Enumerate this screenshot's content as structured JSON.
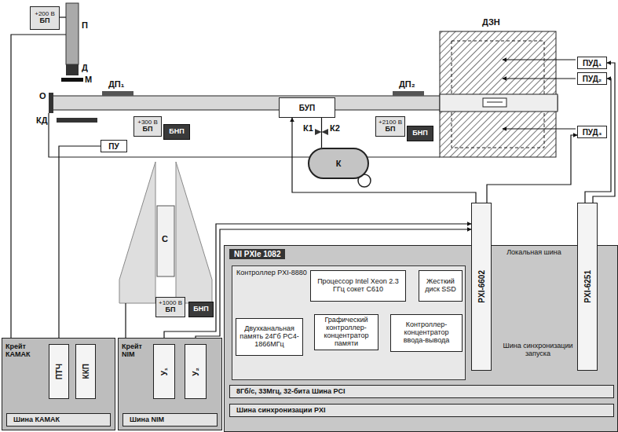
{
  "diagram": {
    "nodes": [
      {
        "text": [
          "+200 В",
          "БП"
        ]
      },
      {
        "text": [
          "+300 В",
          "БП"
        ]
      },
      {
        "text": [
          "БНП"
        ]
      },
      {
        "text": [
          "ПУ"
        ]
      },
      {
        "text": [
          "БУП"
        ]
      },
      {
        "text": [
          "К"
        ]
      },
      {
        "text": [
          "+2100 В",
          "БП"
        ]
      },
      {
        "text": [
          "БНП"
        ]
      },
      {
        "text": [
          "ПУД₁"
        ]
      },
      {
        "text": [
          "ПУД₂"
        ]
      },
      {
        "text": [
          "ПУД₃"
        ]
      },
      {
        "text": [
          "+1000 В",
          "БП"
        ]
      },
      {
        "text": [
          "БНП"
        ]
      },
      {
        "text": [
          "Крейт КАМАК"
        ]
      },
      {
        "text": [
          "ПТЧ"
        ],
        "in": 13
      },
      {
        "text": [
          "ККП"
        ],
        "in": 13
      },
      {
        "text": [
          "Шина КАМАК"
        ],
        "in": 13
      },
      {
        "text": [
          "Крейт NIM"
        ]
      },
      {
        "text": [
          "У₁"
        ],
        "in": 17
      },
      {
        "text": [
          "У₂"
        ],
        "in": 17
      },
      {
        "text": [
          "Шина NIM"
        ],
        "in": 17
      },
      {
        "text": [
          "NI PXIe 1082"
        ]
      },
      {
        "text": [
          "Контроллер PXI-8880"
        ],
        "in": 21
      },
      {
        "text": [
          "Процессор Intel Xeon 2.3 ГГц сокет C610"
        ],
        "in": 22
      },
      {
        "text": [
          "Жесткий диск SSD"
        ],
        "in": 22
      },
      {
        "text": [
          "Двухканальная память 24Гб PC4-1866МГц"
        ],
        "in": 22
      },
      {
        "text": [
          "Графический контроллер-концентратор памяти"
        ],
        "in": 22
      },
      {
        "text": [
          "Контроллер-концентратор ввода-вывода"
        ],
        "in": 22
      },
      {
        "text": [
          "PXI-6602"
        ],
        "in": 21
      },
      {
        "text": [
          "PXI-6251"
        ],
        "in": 21
      },
      {
        "text": [
          "8Гб/с, 33Мгц, 32-бита Шина PCI"
        ],
        "in": 21
      },
      {
        "text": [
          "Шина синхронизации PXI"
        ],
        "in": 21
      }
    ],
    "edges": [
      {
        "from": 3,
        "to": 14,
        "arrow": "to"
      },
      {
        "from": 4,
        "to": 5,
        "arrow": "none"
      },
      {
        "from": 28,
        "to": 4,
        "arrow": "to"
      },
      {
        "from": 29,
        "to": 8,
        "arrow": "to"
      },
      {
        "from": 29,
        "to": 9,
        "arrow": "to"
      },
      {
        "from": 28,
        "to": 10,
        "arrow": "to"
      },
      {
        "from": 18,
        "to": 28,
        "arrow": "to"
      },
      {
        "from": 19,
        "to": 28,
        "arrow": "to"
      },
      {
        "from": 14,
        "to": 16,
        "arrow": "both"
      },
      {
        "from": 15,
        "to": 16,
        "arrow": "both"
      },
      {
        "from": 18,
        "to": 20,
        "arrow": "both"
      },
      {
        "from": 19,
        "to": 20,
        "arrow": "both"
      },
      {
        "from": 23,
        "to": 26,
        "arrow": "both"
      },
      {
        "from": 25,
        "to": 26,
        "arrow": "both"
      },
      {
        "from": 26,
        "to": 27,
        "arrow": "both"
      },
      {
        "from": 24,
        "to": 27,
        "arrow": "both"
      },
      {
        "from": 28,
        "to": 29,
        "label": "Локальная шина",
        "arrow": "both"
      },
      {
        "from": 27,
        "to": 30,
        "arrow": "both"
      },
      {
        "from": 28,
        "to": 30,
        "arrow": "both"
      },
      {
        "from": 29,
        "to": 30,
        "arrow": "both"
      },
      {
        "from": 28,
        "to": 31,
        "arrow": "both"
      },
      {
        "from": 29,
        "to": 31,
        "arrow": "both"
      }
    ],
    "labels": [
      "П",
      "Д",
      "М",
      "О",
      "КД",
      "ДП₁",
      "ДП₂",
      "ДЗН",
      "К1",
      "К2",
      "С",
      "Шина синхронизации запуска"
    ]
  }
}
